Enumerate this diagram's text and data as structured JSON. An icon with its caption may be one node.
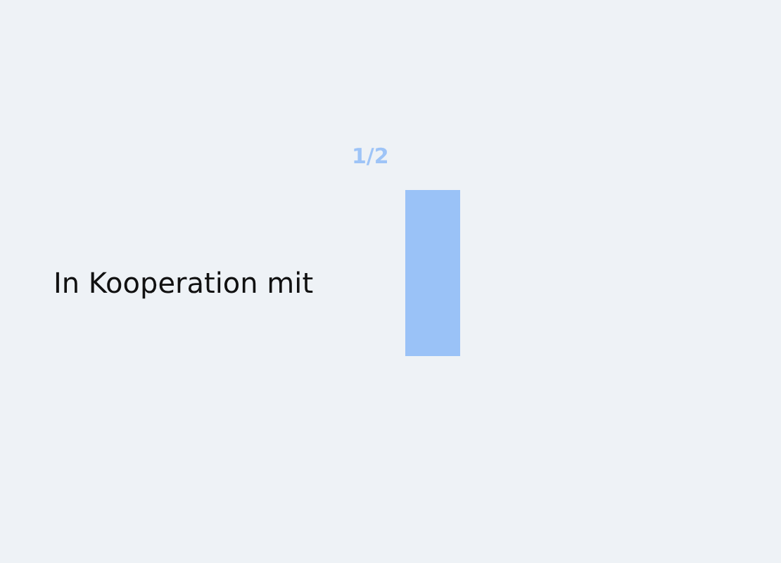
{
  "diagram": {
    "nodes": [
      {
        "text": [],
        "shape": "bar"
      }
    ],
    "labels": [
      "1/2",
      "In Kooperation mit"
    ]
  }
}
